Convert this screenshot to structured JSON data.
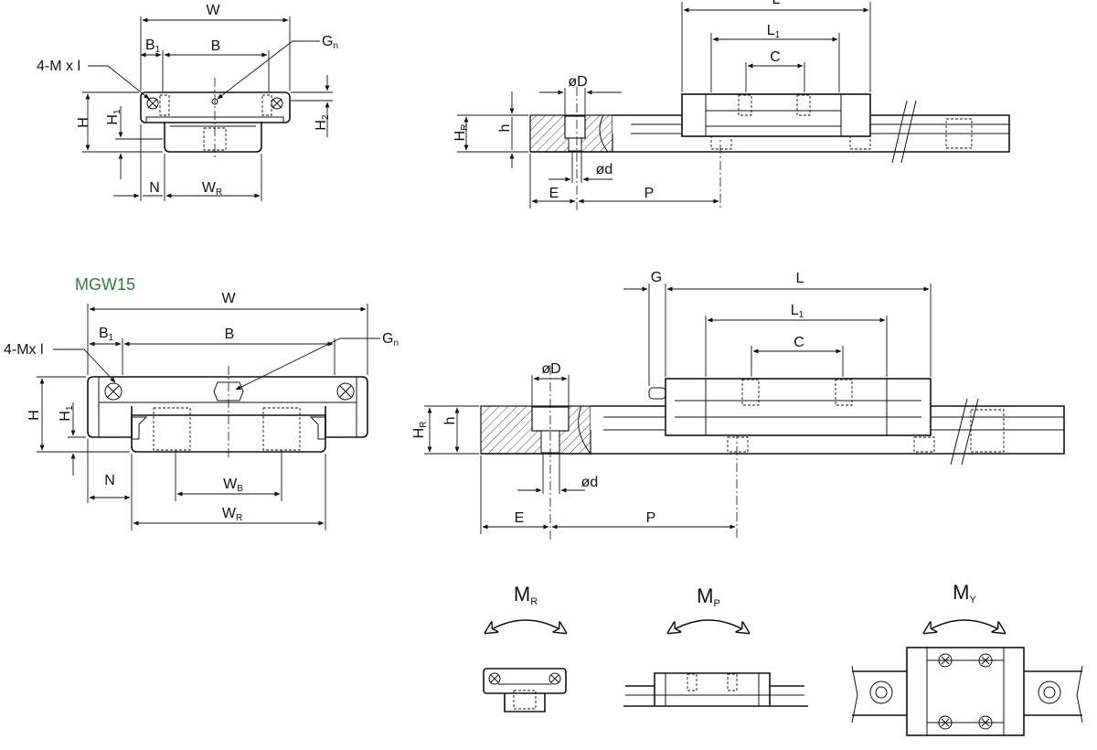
{
  "diagram": {
    "top_end_view": {
      "W": "W",
      "B1": "B",
      "B1_sub": "1",
      "B": "B",
      "Gn": "G",
      "Gn_sub": "n",
      "Mxl": "4-M x l",
      "H": "H",
      "H1": "H",
      "H1_sub": "1",
      "H2": "H",
      "H2_sub": "2",
      "N": "N",
      "WR": "W",
      "WR_sub": "R"
    },
    "top_side_view": {
      "L": "L",
      "L1": "L",
      "L1_sub": "1",
      "C": "C",
      "D": "øD",
      "HR": "H",
      "HR_sub": "R",
      "h": "h",
      "d": "ød",
      "E": "E",
      "P": "P"
    },
    "bottom_end_view": {
      "title": "MGW15",
      "W": "W",
      "B1": "B",
      "B1_sub": "1",
      "B": "B",
      "Gn": "G",
      "Gn_sub": "n",
      "Mxl": "4-Mx l",
      "H": "H",
      "H1": "H",
      "H1_sub": "1",
      "N": "N",
      "WB": "W",
      "WB_sub": "B",
      "WR": "W",
      "WR_sub": "R"
    },
    "bottom_side_view": {
      "G": "G",
      "L": "L",
      "L1": "L",
      "L1_sub": "1",
      "C": "C",
      "D": "øD",
      "HR": "H",
      "HR_sub": "R",
      "h": "h",
      "d": "ød",
      "E": "E",
      "P": "P"
    },
    "moments": {
      "MR": "M",
      "MR_sub": "R",
      "MP": "M",
      "MP_sub": "P",
      "MY": "M",
      "MY_sub": "Y"
    }
  }
}
